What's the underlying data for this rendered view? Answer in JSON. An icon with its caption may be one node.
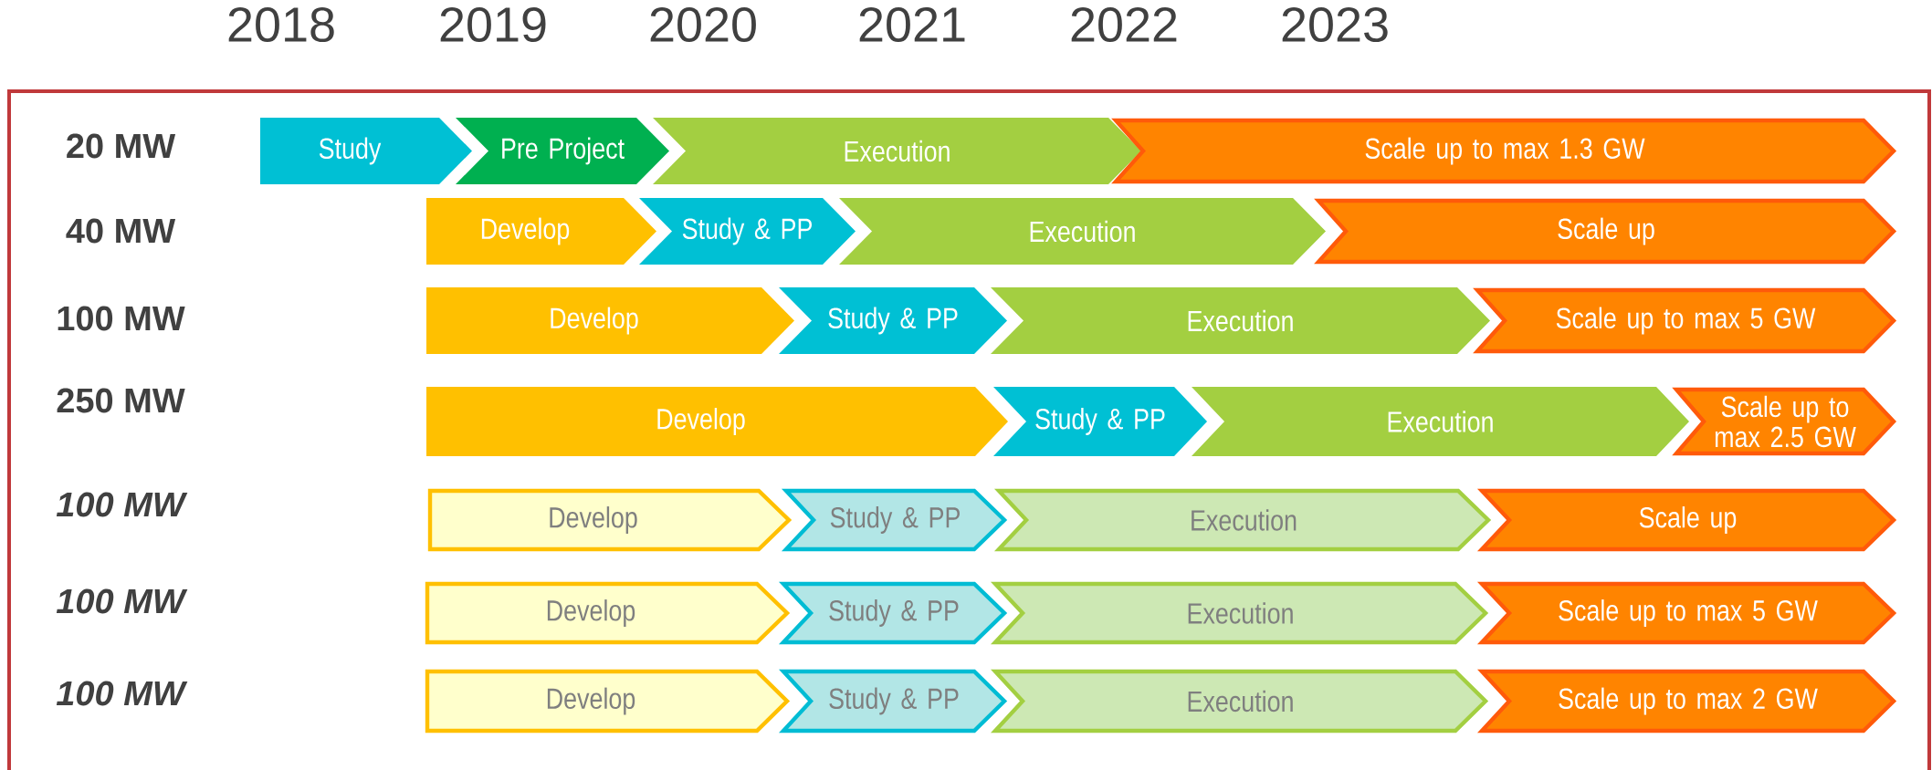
{
  "diagram": {
    "nodes": [
      {
        "text": [
          "Study"
        ]
      },
      {
        "text": [
          "Pre Project"
        ]
      },
      {
        "text": [
          "Execution"
        ]
      },
      {
        "text": [
          "Scale up to max 1.3 GW"
        ]
      },
      {
        "text": [
          "Develop"
        ]
      },
      {
        "text": [
          "Study & PP"
        ]
      },
      {
        "text": [
          "Execution"
        ]
      },
      {
        "text": [
          "Scale up"
        ]
      },
      {
        "text": [
          "Develop"
        ]
      },
      {
        "text": [
          "Study & PP"
        ]
      },
      {
        "text": [
          "Execution"
        ]
      },
      {
        "text": [
          "Scale up to max 5 GW"
        ]
      },
      {
        "text": [
          "Develop"
        ]
      },
      {
        "text": [
          "Study & PP"
        ]
      },
      {
        "text": [
          "Execution"
        ]
      },
      {
        "text": [
          "Scale up to max 2.5 GW"
        ]
      },
      {
        "text": [
          "Develop"
        ]
      },
      {
        "text": [
          "Study & PP"
        ]
      },
      {
        "text": [
          "Execution"
        ]
      },
      {
        "text": [
          "Scale up"
        ]
      },
      {
        "text": [
          "Develop"
        ]
      },
      {
        "text": [
          "Study & PP"
        ]
      },
      {
        "text": [
          "Execution"
        ]
      },
      {
        "text": [
          "Scale up to max 5 GW"
        ]
      },
      {
        "text": [
          "Develop"
        ]
      },
      {
        "text": [
          "Study & PP"
        ]
      },
      {
        "text": [
          "Execution"
        ]
      },
      {
        "text": [
          "Scale up to max 2 GW"
        ]
      }
    ],
    "labels": [
      "2018",
      "2019",
      "2020",
      "2021",
      "2022",
      "2023",
      "20 MW",
      "40 MW",
      "100 MW",
      "250 MW",
      "100 MW",
      "100 MW",
      "100 MW"
    ]
  }
}
